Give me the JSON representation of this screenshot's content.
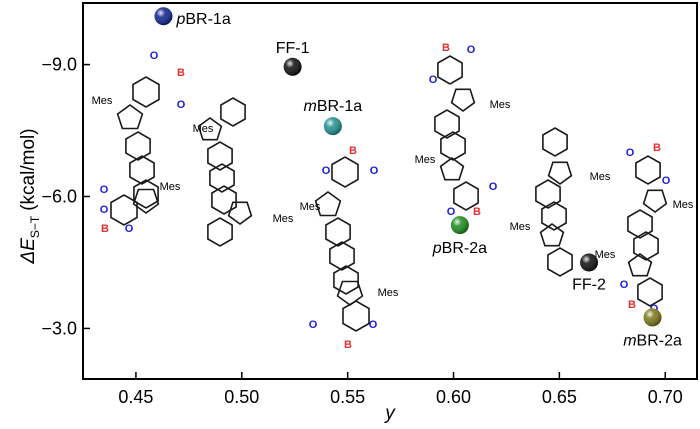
{
  "chart_data": {
    "type": "scatter",
    "title": "",
    "xlabel": "y",
    "ylabel": {
      "main": "ΔE",
      "subscript": "S−T",
      "unit": "(kcal/mol)"
    },
    "xlim": [
      0.425,
      0.715
    ],
    "ylim": [
      -1.85,
      -10.4
    ],
    "x_ticks": [
      0.45,
      0.5,
      0.55,
      0.6,
      0.65,
      0.7
    ],
    "x_tick_labels": [
      "0.45",
      "0.50",
      "0.55",
      "0.60",
      "0.65",
      "0.70"
    ],
    "y_ticks": [
      -9.0,
      -6.0,
      -3.0
    ],
    "y_tick_labels": [
      "−9.0",
      "−6.0",
      "−3.0"
    ],
    "grid": false,
    "legend": "none",
    "points": [
      {
        "label_prefix": "p",
        "label_rest": "BR-1a",
        "x": 0.463,
        "y": -10.1,
        "color": "#0d1f8c"
      },
      {
        "label_prefix": "",
        "label_rest": "FF-1",
        "x": 0.524,
        "y": -8.95,
        "color": "#0a0a0a"
      },
      {
        "label_prefix": "m",
        "label_rest": "BR-1a",
        "x": 0.543,
        "y": -7.6,
        "color": "#1e8f8f"
      },
      {
        "label_prefix": "p",
        "label_rest": "BR-2a",
        "x": 0.603,
        "y": -5.35,
        "color": "#1a8a1a"
      },
      {
        "label_prefix": "",
        "label_rest": "FF-2",
        "x": 0.664,
        "y": -4.5,
        "color": "#0a0a0a"
      },
      {
        "label_prefix": "m",
        "label_rest": "BR-2a",
        "x": 0.694,
        "y": -3.25,
        "color": "#7a7414"
      }
    ]
  },
  "annotations": {
    "mes": "Mes",
    "o": "O",
    "b": "B"
  },
  "colors": {
    "label_o": "#1b1bd6",
    "label_b": "#e03030",
    "bond": "#1a1a1a"
  }
}
